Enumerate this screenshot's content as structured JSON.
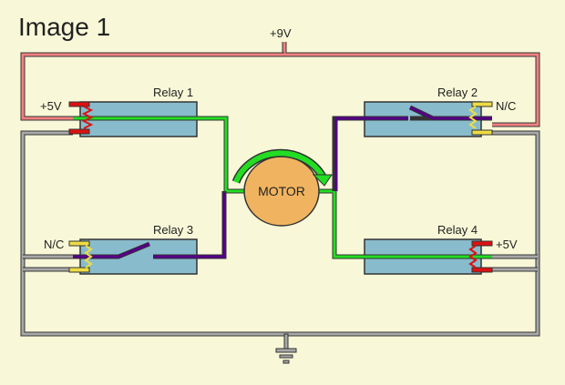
{
  "title": "Image 1",
  "supply": {
    "label": "+9V"
  },
  "motor": {
    "label": "MOTOR"
  },
  "relays": [
    {
      "name": "Relay 1",
      "terminal_label": "+5V",
      "coil_state": "energized",
      "contact_state": "closed"
    },
    {
      "name": "Relay 2",
      "terminal_label": "N/C",
      "coil_state": "off",
      "contact_state": "open"
    },
    {
      "name": "Relay 3",
      "terminal_label": "N/C",
      "coil_state": "off",
      "contact_state": "open"
    },
    {
      "name": "Relay 4",
      "terminal_label": "+5V",
      "coil_state": "energized",
      "contact_state": "closed"
    }
  ],
  "ground": {
    "symbol": "ground-icon"
  },
  "colors": {
    "background": "#f8f8d8",
    "positive_wire": "#f08080",
    "ground_wire": "#a8a8a8",
    "active_path": "#22dd22",
    "inactive_path": "#550088",
    "relay_body": "#88bccc",
    "coil_energized": "#dd1111",
    "coil_off": "#eedd44",
    "motor_fill": "#f0b460",
    "outline": "#333333"
  }
}
